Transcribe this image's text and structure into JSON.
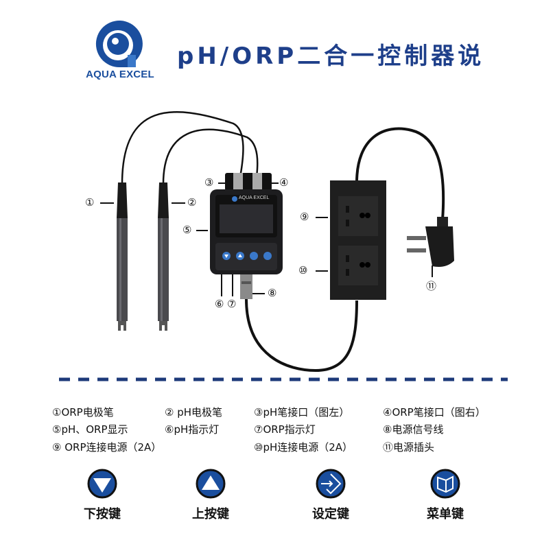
{
  "header": {
    "brand": "AQUA EXCEL",
    "device_brand": "AQUA EXCEL",
    "title": "pH/ORP二合一控制器说"
  },
  "callouts": [
    "①",
    "②",
    "③",
    "④",
    "⑤",
    "⑥",
    "⑦",
    "⑧",
    "⑨",
    "⑩",
    "⑪"
  ],
  "legend": [
    "①ORP电极笔",
    "② pH电极笔",
    "③pH笔接口（图左）",
    "④ORP笔接口（图右）",
    "⑤pH、ORP显示",
    "⑥pH指示灯",
    "⑦ORP指示灯",
    "⑧电源信号线",
    "⑨ ORP连接电源（2A）",
    "⑩pH连接电源（2A）",
    "⑪电源插头"
  ],
  "buttons": [
    {
      "label": "下按键",
      "icon": "down-triangle-icon"
    },
    {
      "label": "上按键",
      "icon": "up-triangle-icon"
    },
    {
      "label": "设定键",
      "icon": "enter-icon"
    },
    {
      "label": "菜单键",
      "icon": "menu-box-icon"
    }
  ],
  "colors": {
    "brand_blue": "#1a4e9e",
    "dash_blue": "#1e3a7a",
    "device_black": "#1b1b1b"
  }
}
